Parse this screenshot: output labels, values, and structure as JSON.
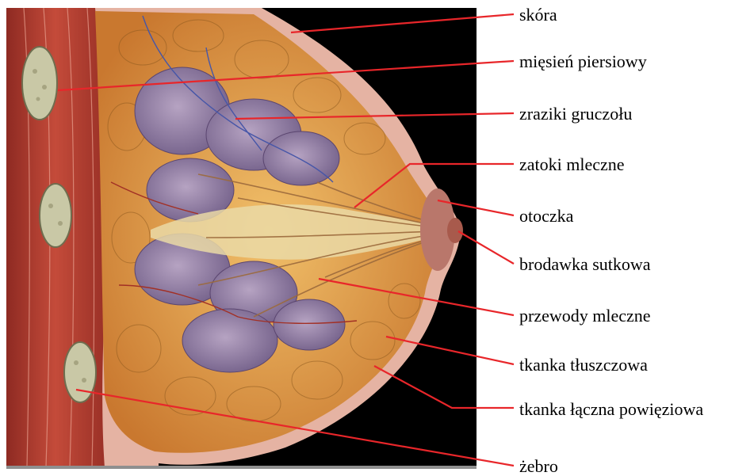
{
  "diagram": {
    "labels": [
      {
        "id": "skora",
        "text": "skóra"
      },
      {
        "id": "miesien",
        "text": "mięsień piersiowy"
      },
      {
        "id": "zraziki",
        "text": "zraziki gruczołu"
      },
      {
        "id": "zatoki",
        "text": "zatoki mleczne"
      },
      {
        "id": "otoczka",
        "text": "otoczka"
      },
      {
        "id": "brodawka",
        "text": "brodawka sutkowa"
      },
      {
        "id": "przewody",
        "text": "przewody mleczne"
      },
      {
        "id": "tluszcz",
        "text": "tkanka tłuszczowa"
      },
      {
        "id": "laczna",
        "text": "tkanka łączna powięziowa"
      },
      {
        "id": "zebro",
        "text": "żebro"
      }
    ],
    "colors": {
      "leader_line": "#e8262a",
      "background": "#000000",
      "skin": "#e8b6a6",
      "muscle": "#b23a2e",
      "fat": "#e7a64a",
      "gland": "#8f7aa0",
      "rib": "#c9c8a6"
    }
  }
}
